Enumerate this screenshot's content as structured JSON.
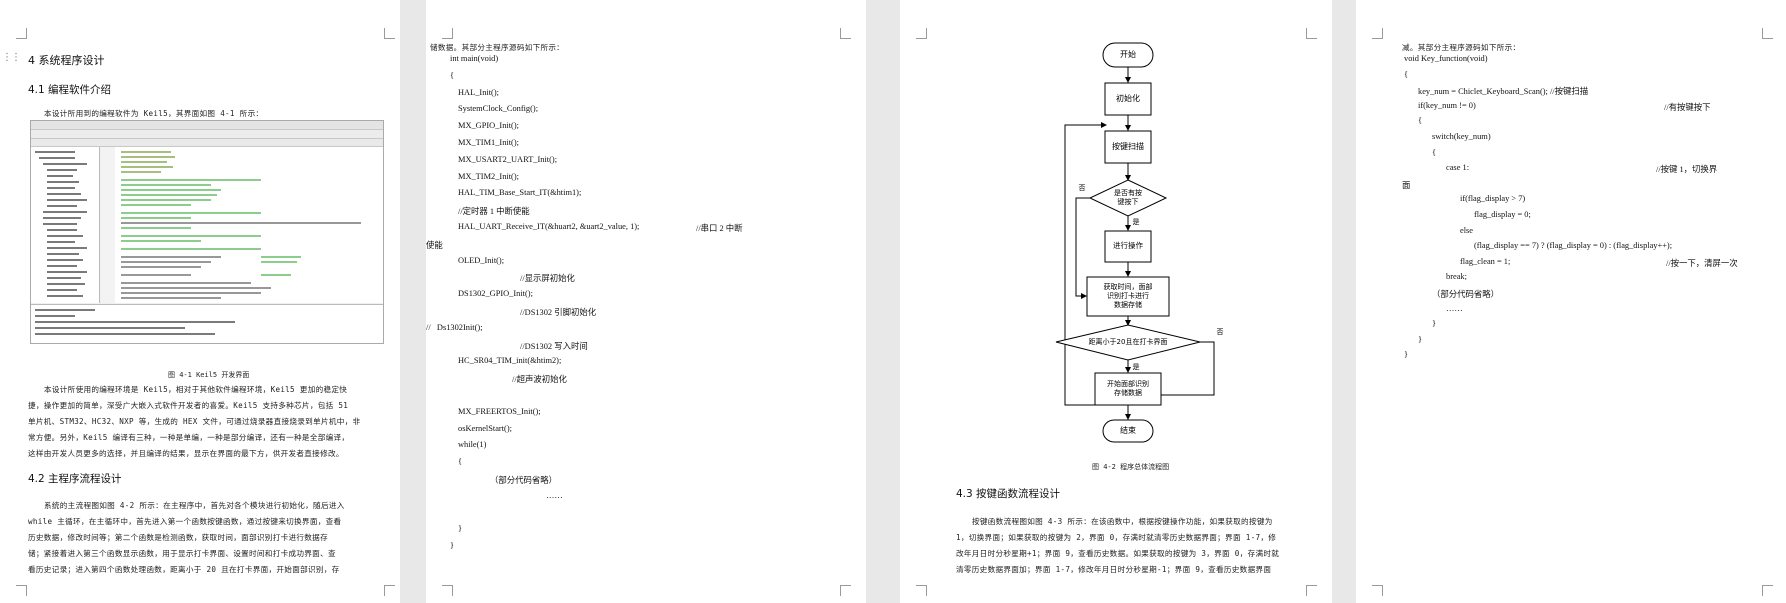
{
  "page1": {
    "heading_4": "4 系统程序设计",
    "heading_41": "4.1 编程软件介绍",
    "intro": "本设计所用到的编程软件为 Keil5，其界面如图 4-1 所示：",
    "fig1_caption": "图 4-1 Keil5 开发界面",
    "para1": [
      "本设计所使用的编程环境是 Keil5，相对于其他软件编程环境，Keil5 更加的稳定快",
      "捷，操作更加的简单，深受广大嵌入式软件开发者的喜爱。Keil5 支持多种芯片，包括 51",
      "单片机、STM32、HC32、NXP 等，生成的 HEX 文件，可通过烧录器直接烧录到单片机中，非",
      "常方便。另外，Keil5 编译有三种，一种是单编，一种是部分编译，还有一种是全部编译，",
      "这样由开发人员更多的选择，并且编译的结果，显示在界面的最下方，供开发者直接修改。"
    ],
    "heading_42": "4.2 主程序流程设计",
    "para2": [
      "系统的主流程图如图 4-2 所示：在主程序中，首先对各个模块进行初始化，随后进入",
      "while 主循环，在主循环中，首先进入第一个函数按键函数，通过按键来切换界面，查看",
      "历史数据，修改时间等；第二个函数是检测函数，获取时间，面部识别打卡进行数据存",
      "储；紧接着进入第三个函数显示函数，用于显示打卡界面、设置时间和打卡成功界面、查",
      "看历史记录；进入第四个函数处理函数，距离小于 20 且在打卡界面，开始面部识别，存"
    ]
  },
  "page2": {
    "lead": "储数据。其部分主程序源码如下所示：",
    "code": [
      {
        "t": "int main(void)",
        "i": 0
      },
      {
        "t": "{",
        "i": 0
      },
      {
        "t": "HAL_Init();",
        "i": 1
      },
      {
        "t": "SystemClock_Config();",
        "i": 1
      },
      {
        "t": "MX_GPIO_Init();",
        "i": 1
      },
      {
        "t": "MX_TIM1_Init();",
        "i": 1
      },
      {
        "t": "MX_USART2_UART_Init();",
        "i": 1
      },
      {
        "t": "MX_TIM2_Init();",
        "i": 1
      },
      {
        "t": "HAL_TIM_Base_Start_IT(&htim1);",
        "i": 1
      },
      {
        "t": "//定时器 1 中断使能",
        "i": 1
      },
      {
        "t": "HAL_UART_Receive_IT(&huart2, &uart2_value, 1);",
        "i": 1
      },
      {
        "t": "使能",
        "i": -1
      },
      {
        "t": "OLED_Init();",
        "i": 1
      },
      {
        "t": "//显示屏初始化",
        "i": 5
      },
      {
        "t": "DS1302_GPIO_Init();",
        "i": 1
      },
      {
        "t": "//DS1302 引脚初始化",
        "i": 5
      },
      {
        "t": "//   Ds1302Init();",
        "i": -1
      },
      {
        "t": "//DS1302 写入时间",
        "i": 5
      },
      {
        "t": "HC_SR04_TIM_init(&htim2);",
        "i": 1
      },
      {
        "t": "//超声波初始化",
        "i": 4
      },
      {
        "t": "",
        "i": 0
      },
      {
        "t": "MX_FREERTOS_Init();",
        "i": 1
      },
      {
        "t": "osKernelStart();",
        "i": 1
      },
      {
        "t": "while(1)",
        "i": 1
      },
      {
        "t": "{",
        "i": 1
      },
      {
        "t": "（部分代码省略）",
        "i": 3
      },
      {
        "t": "……",
        "i": 4
      },
      {
        "t": "",
        "i": 0
      },
      {
        "t": "}",
        "i": 1
      },
      {
        "t": "}",
        "i": 0
      }
    ],
    "uart_comment": "//串口 2 中断"
  },
  "page3": {
    "flow": {
      "start": "开始",
      "init": "初始化",
      "scan": "按键扫描",
      "decision1": "是否有按\n键按下",
      "op": "进行操作",
      "gettime": "获取时间，面部\n识别打卡进行\n数据存储",
      "decision2": "距离小于20且在打卡界面",
      "face": "开始面部识别\n存储数据",
      "end": "结束",
      "yes": "是",
      "no": "否"
    },
    "fig2_caption": "图 4-2  程序总体流程图",
    "heading_43": "4.3 按键函数流程设计",
    "para3": [
      "按键函数流程图如图 4-3 所示：在该函数中，根据按键操作功能，如果获取的按键为",
      "1，切换界面；如果获取的按键为 2，界面 0，存满时就清零历史数据界面；界面 1-7，修",
      "改年月日时分秒星期+1；界面 9，查看历史数据。如果获取的按键为 3，界面 0，存满时就",
      "清零历史数据界面加；界面 1-7，修改年月日时分秒星期-1；界面 9，查看历史数据界面"
    ]
  },
  "page4": {
    "lead": "减。其部分主程序源码如下所示：",
    "code": [
      {
        "t": "void Key_function(void)",
        "i": 0
      },
      {
        "t": "{",
        "i": 0
      },
      {
        "t": "key_num = Chiclet_Keyboard_Scan(); //按键扫描",
        "i": 1
      },
      {
        "t": "if(key_num != 0)",
        "i": 1
      },
      {
        "t": "{",
        "i": 1
      },
      {
        "t": "switch(key_num)",
        "i": 2
      },
      {
        "t": "{",
        "i": 2
      },
      {
        "t": "case 1:",
        "i": 3
      },
      {
        "t": "面",
        "i": -1
      },
      {
        "t": "if(flag_display > 7)",
        "i": 4
      },
      {
        "t": "flag_display = 0;",
        "i": 5
      },
      {
        "t": "else",
        "i": 4
      },
      {
        "t": "(flag_display == 7) ? (flag_display = 0) : (flag_display++);",
        "i": 5
      },
      {
        "t": "flag_clean = 1;",
        "i": 4
      },
      {
        "t": "break;",
        "i": 3
      },
      {
        "t": "（部分代码省略）",
        "i": 2
      },
      {
        "t": "……",
        "i": 3
      },
      {
        "t": "}",
        "i": 2
      },
      {
        "t": "}",
        "i": 1
      },
      {
        "t": "}",
        "i": 0
      }
    ],
    "comment_key": "//有按键按下",
    "comment_case": "//按键 1，切换界",
    "comment_clean": "//按一下，清屏一次"
  }
}
